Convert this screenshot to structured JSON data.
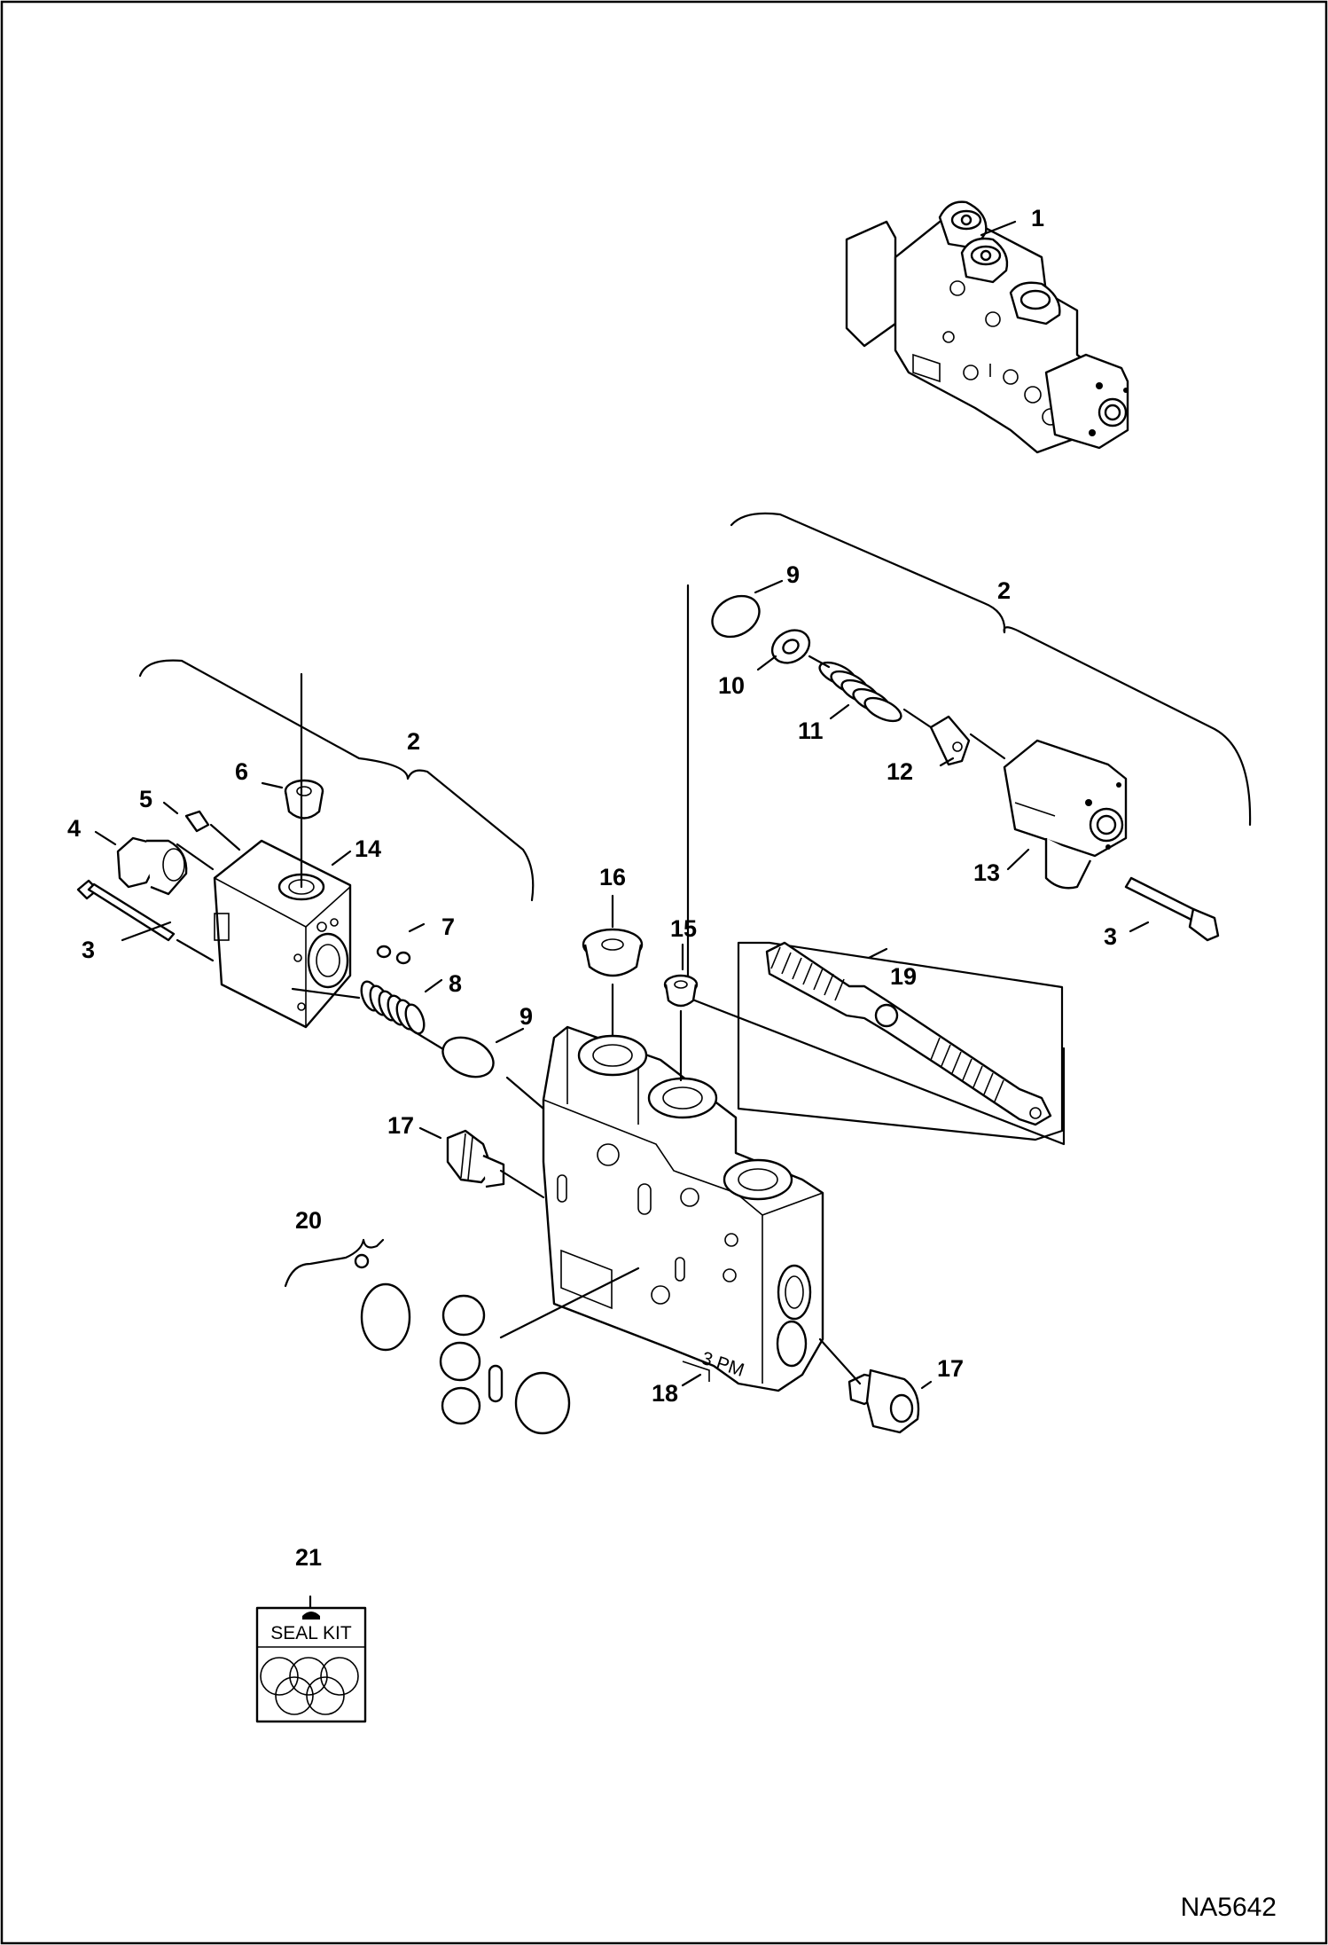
{
  "diagram": {
    "figure_id": "NA5642",
    "callouts": {
      "c1": "1",
      "c2_upper": "2",
      "c2_left": "2",
      "c3_right": "3",
      "c3_left": "3",
      "c4": "4",
      "c5": "5",
      "c6": "6",
      "c7": "7",
      "c8": "8",
      "c9_upper": "9",
      "c9_mid": "9",
      "c10": "10",
      "c11": "11",
      "c12": "12",
      "c13": "13",
      "c14": "14",
      "c15": "15",
      "c16": "16",
      "c17_left": "17",
      "c17_right": "17",
      "c18": "18",
      "c19": "19",
      "c20": "20",
      "c21": "21"
    },
    "seal_kit_label": "SEAL KIT",
    "housing_marking": "3 PM"
  }
}
